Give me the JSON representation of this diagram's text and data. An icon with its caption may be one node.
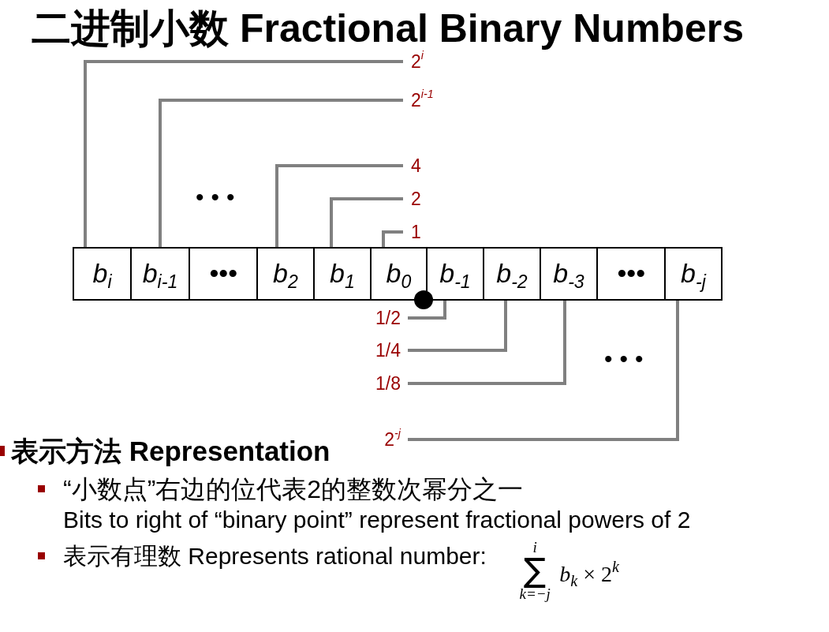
{
  "diagram": {
    "title": "二进制小数 Fractional Binary Numbers",
    "nodes": [
      {
        "text": [
          "2$^{i}$"
        ]
      },
      {
        "text": [
          "2$^{i-1}$"
        ]
      },
      {
        "text": [
          "4"
        ]
      },
      {
        "text": [
          "2"
        ]
      },
      {
        "text": [
          "1"
        ]
      },
      {
        "text": [
          "b$_{i}$"
        ]
      },
      {
        "text": [
          "b$_{i-1}$"
        ]
      },
      {
        "text": [
          "•••"
        ]
      },
      {
        "text": [
          "b$_{2}$"
        ]
      },
      {
        "text": [
          "b$_{1}$"
        ]
      },
      {
        "text": [
          "b$_{0}$"
        ]
      },
      {
        "text": [
          "b$_{-1}$"
        ]
      },
      {
        "text": [
          "b$_{-2}$"
        ]
      },
      {
        "text": [
          "b$_{-3}$"
        ]
      },
      {
        "text": [
          "•••"
        ]
      },
      {
        "text": [
          "b$_{-j}$"
        ]
      },
      {
        "text": [],
        "shape": "circle"
      },
      {
        "text": [
          "1/2"
        ]
      },
      {
        "text": [
          "1/4"
        ]
      },
      {
        "text": [
          "1/8"
        ]
      },
      {
        "text": [
          "2$^{-j}$"
        ]
      }
    ],
    "edges": [
      {
        "from": 0,
        "to": 5,
        "arrow": "none"
      },
      {
        "from": 1,
        "to": 6,
        "arrow": "none"
      },
      {
        "from": 2,
        "to": 8,
        "arrow": "none"
      },
      {
        "from": 3,
        "to": 9,
        "arrow": "none"
      },
      {
        "from": 4,
        "to": 10,
        "arrow": "none"
      },
      {
        "from": 17,
        "to": 11,
        "arrow": "none"
      },
      {
        "from": 18,
        "to": 12,
        "arrow": "none"
      },
      {
        "from": 19,
        "to": 13,
        "arrow": "none"
      },
      {
        "from": 20,
        "to": 15,
        "arrow": "none"
      }
    ],
    "labels": [
      "•••",
      "•••",
      "表示方法 Representation",
      "“小数点”右边的位代表2的整数次幂分之一",
      "Bits to right of “binary point” represent fractional powers of 2",
      "表示有理数 Represents rational number:",
      "∑$_{k=−j}$$^{i}$ *b*$_{k}$ × 2$^{k}$"
    ]
  }
}
